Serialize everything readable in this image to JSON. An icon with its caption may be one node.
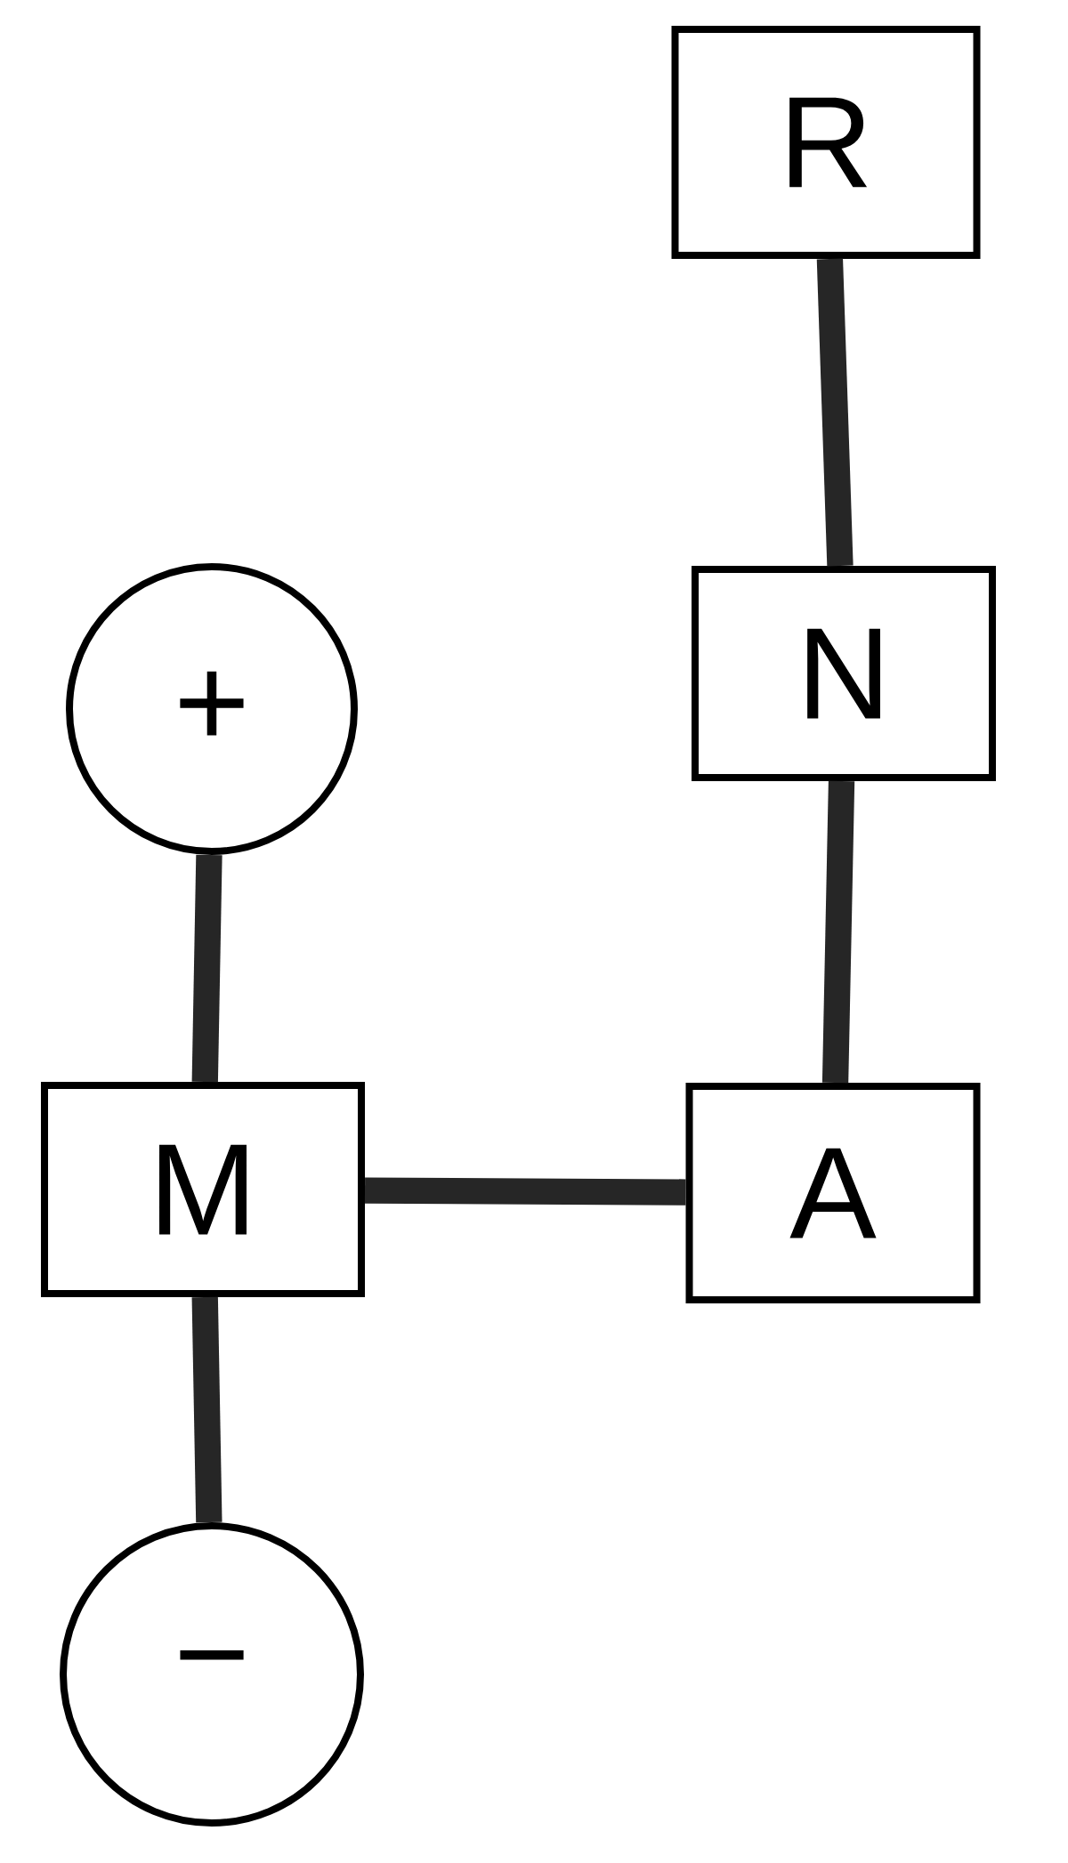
{
  "diagram": {
    "nodes": [
      {
        "text": [
          "R"
        ]
      },
      {
        "text": [
          "N"
        ]
      },
      {
        "text": [
          "+"
        ]
      },
      {
        "text": [
          "M"
        ]
      },
      {
        "text": [
          "A"
        ]
      },
      {
        "text": [
          "−"
        ]
      }
    ],
    "edges": [
      {
        "from": 0,
        "to": 1,
        "arrow": "none"
      },
      {
        "from": 1,
        "to": 4,
        "arrow": "none"
      },
      {
        "from": 2,
        "to": 3,
        "arrow": "none"
      },
      {
        "from": 3,
        "to": 4,
        "arrow": "none"
      },
      {
        "from": 3,
        "to": 5,
        "arrow": "none"
      }
    ]
  }
}
